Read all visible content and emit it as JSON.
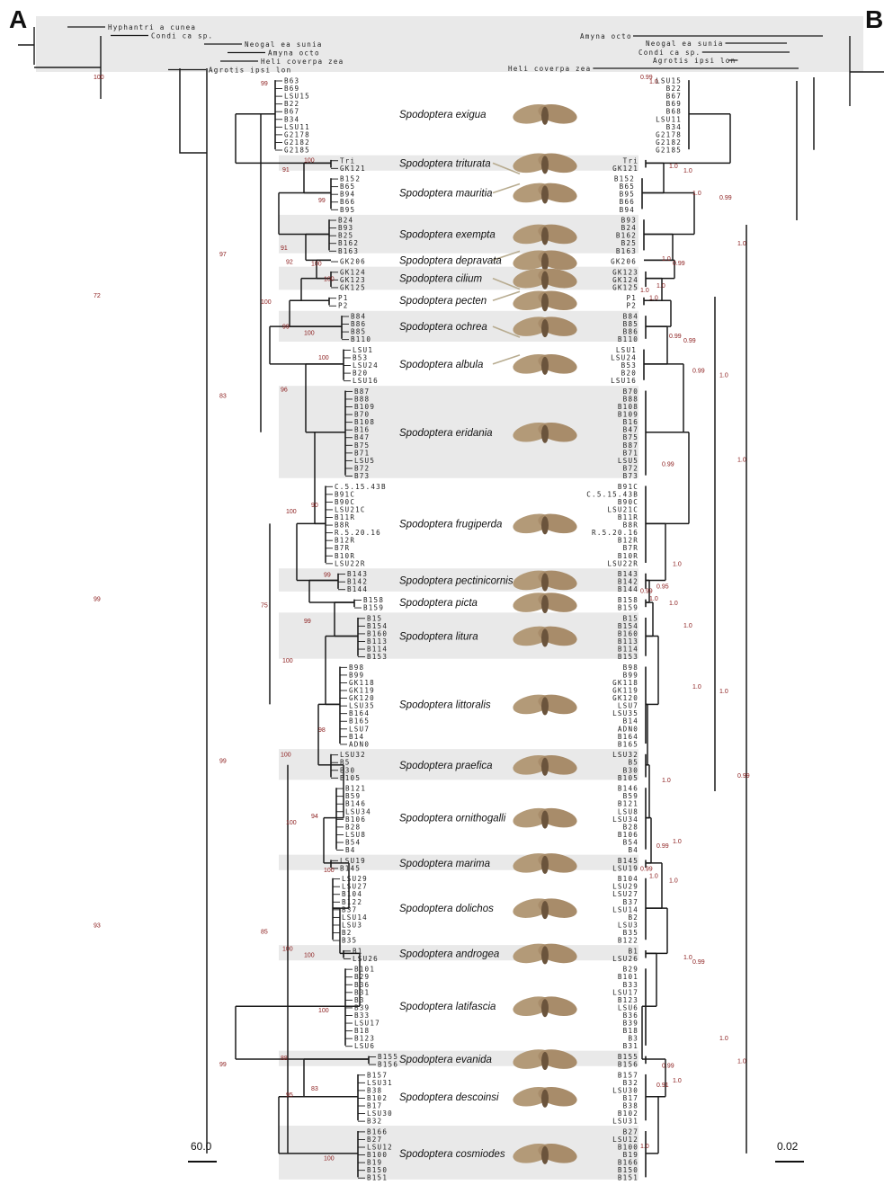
{
  "panels": {
    "left_letter": "A",
    "right_letter": "B"
  },
  "scale_bars": {
    "left_label": "60.0",
    "right_label": "0.02"
  },
  "outgroups_left": [
    "Hyphantri a cunea",
    "Condi ca sp.",
    "Neogal ea sunia",
    "Amyna octo",
    "Heli coverpa zea",
    "Agrotis ipsi lon"
  ],
  "outgroups_right": [
    "Amyna octo",
    "Neogal ea sunia",
    "Condi ca sp.",
    "Agrotis ipsi lon",
    "Heli coverpa zea"
  ],
  "clades": [
    {
      "species": "Spodoptera exigua",
      "left": [
        "B63",
        "B69",
        "LSU15",
        "B22",
        "B67",
        "B34",
        "LSU11",
        "G2178",
        "G2182",
        "G2185"
      ],
      "right": [
        "LSU15",
        "B22",
        "B67",
        "B69",
        "B68",
        "LSU11",
        "B34",
        "G2178",
        "G2182",
        "G2185"
      ]
    },
    {
      "species": "Spodoptera triturata",
      "left": [
        "Tri",
        "GK121"
      ],
      "right": [
        "Tri",
        "GK121"
      ]
    },
    {
      "species": "Spodoptera mauritia",
      "left": [
        "B152",
        "B65",
        "B94",
        "B66",
        "B95"
      ],
      "right": [
        "B152",
        "B65",
        "B95",
        "B66",
        "B94"
      ]
    },
    {
      "species": "Spodoptera exempta",
      "left": [
        "B24",
        "B93",
        "B25",
        "B162",
        "B163"
      ],
      "right": [
        "B93",
        "B24",
        "B162",
        "B25",
        "B163"
      ]
    },
    {
      "species": "Spodoptera depravata",
      "left": [
        "GK206"
      ],
      "right": [
        "GK206"
      ]
    },
    {
      "species": "Spodoptera cilium",
      "left": [
        "GK124",
        "GK123",
        "GK125"
      ],
      "right": [
        "GK123",
        "GK124",
        "GK125"
      ]
    },
    {
      "species": "Spodoptera pecten",
      "left": [
        "P1",
        "P2"
      ],
      "right": [
        "P1",
        "P2"
      ]
    },
    {
      "species": "Spodoptera ochrea",
      "left": [
        "B84",
        "B86",
        "B85",
        "B110"
      ],
      "right": [
        "B84",
        "B85",
        "B86",
        "B110"
      ]
    },
    {
      "species": "Spodoptera albula",
      "left": [
        "LSU1",
        "B53",
        "LSU24",
        "B20",
        "LSU16"
      ],
      "right": [
        "LSU1",
        "LSU24",
        "B53",
        "B20",
        "LSU16"
      ]
    },
    {
      "species": "Spodoptera eridania",
      "left": [
        "B87",
        "B88",
        "B109",
        "B70",
        "B108",
        "B16",
        "B47",
        "B75",
        "B71",
        "LSU5",
        "B72",
        "B73"
      ],
      "right": [
        "B70",
        "B88",
        "B108",
        "B109",
        "B16",
        "B47",
        "B75",
        "B87",
        "B71",
        "LSU5",
        "B72",
        "B73"
      ]
    },
    {
      "species": "Spodoptera frugiperda",
      "left": [
        "C.5.15.43B",
        "B91C",
        "B90C",
        "LSU21C",
        "B11R",
        "B8R",
        "R.5.20.16",
        "B12R",
        "B7R",
        "B10R",
        "LSU22R"
      ],
      "right": [
        "B91C",
        "C.5.15.43B",
        "B90C",
        "LSU21C",
        "B11R",
        "B8R",
        "R.5.20.16",
        "B12R",
        "B7R",
        "B10R",
        "LSU22R"
      ]
    },
    {
      "species": "Spodoptera pectinicornis",
      "left": [
        "B143",
        "B142",
        "B144"
      ],
      "right": [
        "B143",
        "B142",
        "B144"
      ]
    },
    {
      "species": "Spodoptera picta",
      "left": [
        "B158",
        "B159"
      ],
      "right": [
        "B158",
        "B159"
      ]
    },
    {
      "species": "Spodoptera litura",
      "left": [
        "B15",
        "B154",
        "B160",
        "B113",
        "B114",
        "B153"
      ],
      "right": [
        "B15",
        "B154",
        "B160",
        "B113",
        "B114",
        "B153"
      ]
    },
    {
      "species": "Spodoptera littoralis",
      "left": [
        "B98",
        "B99",
        "GK118",
        "GK119",
        "GK120",
        "LSU35",
        "B164",
        "B165",
        "LSU7",
        "B14",
        "ADN0"
      ],
      "right": [
        "B98",
        "B99",
        "GK118",
        "GK119",
        "GK120",
        "LSU7",
        "LSU35",
        "B14",
        "ADN0",
        "B164",
        "B165"
      ]
    },
    {
      "species": "Spodoptera praefica",
      "left": [
        "LSU32",
        "B5",
        "B30",
        "B105"
      ],
      "right": [
        "LSU32",
        "B5",
        "B30",
        "B105"
      ]
    },
    {
      "species": "Spodoptera ornithogalli",
      "left": [
        "B121",
        "B59",
        "B146",
        "LSU34",
        "B106",
        "B28",
        "LSU8",
        "B54",
        "B4"
      ],
      "right": [
        "B146",
        "B59",
        "B121",
        "LSU8",
        "LSU34",
        "B28",
        "B106",
        "B54",
        "B4"
      ]
    },
    {
      "species": "Spodoptera marima",
      "left": [
        "LSU19",
        "B145"
      ],
      "right": [
        "B145",
        "LSU19"
      ]
    },
    {
      "species": "Spodoptera dolichos",
      "left": [
        "LSU29",
        "LSU27",
        "B104",
        "B122",
        "B37",
        "LSU14",
        "LSU3",
        "B2",
        "B35"
      ],
      "right": [
        "B104",
        "LSU29",
        "LSU27",
        "B37",
        "LSU14",
        "B2",
        "LSU3",
        "B35",
        "B122"
      ]
    },
    {
      "species": "Spodoptera androgea",
      "left": [
        "B1",
        "LSU26"
      ],
      "right": [
        "B1",
        "LSU26"
      ]
    },
    {
      "species": "Spodoptera latifascia",
      "left": [
        "B101",
        "B29",
        "B36",
        "B31",
        "B3",
        "B39",
        "B33",
        "LSU17",
        "B18",
        "B123",
        "LSU6"
      ],
      "right": [
        "B29",
        "B101",
        "B33",
        "LSU17",
        "B123",
        "LSU6",
        "B36",
        "B39",
        "B18",
        "B3",
        "B31"
      ]
    },
    {
      "species": "Spodoptera evanida",
      "left": [
        "B155",
        "B156"
      ],
      "right": [
        "B155",
        "B156"
      ]
    },
    {
      "species": "Spodoptera descoinsi",
      "left": [
        "B157",
        "LSU31",
        "B38",
        "B102",
        "B17",
        "LSU30",
        "B32"
      ],
      "right": [
        "B157",
        "B32",
        "LSU30",
        "B17",
        "B38",
        "B102",
        "LSU31"
      ]
    },
    {
      "species": "Spodoptera cosmiodes",
      "left": [
        "B166",
        "B27",
        "LSU12",
        "B100",
        "B19",
        "B150",
        "B151"
      ],
      "right": [
        "B27",
        "LSU12",
        "B100",
        "B19",
        "B166",
        "B150",
        "B151"
      ]
    }
  ],
  "support_left": [
    "100",
    "99",
    "91",
    "100",
    "99",
    "91",
    "97",
    "100",
    "92",
    "100",
    "72",
    "100",
    "99",
    "100",
    "100",
    "96",
    "83",
    "90",
    "100",
    "99",
    "99",
    "75",
    "100",
    "99",
    "98",
    "100",
    "99",
    "94",
    "100",
    "100",
    "93",
    "85",
    "100",
    "100",
    "100",
    "88",
    "99",
    "83",
    "95",
    "100"
  ],
  "support_right": [
    "0.99",
    "1.0",
    "1.0",
    "1.0",
    "1.0",
    "0.99",
    "1.0",
    "1.0",
    "0.99",
    "1.0",
    "1.0",
    "1.0",
    "0.99",
    "0.99",
    "0.99",
    "1.0",
    "1.0",
    "0.99",
    "1.0",
    "0.95",
    "0.99",
    "1.0",
    "1.0",
    "1.0",
    "1.0",
    "1.0",
    "0.99",
    "1.0",
    "1.0",
    "0.99",
    "0.99",
    "1.0",
    "1.0",
    "1.0",
    "0.99",
    "1.0",
    "1.0",
    "0.99",
    "1.0",
    "0.91",
    "1.0"
  ],
  "colors": {
    "band": "#e9e9e9",
    "branch": "#1a1a1a",
    "support": "#8a1a1a",
    "arrow": "#b8ac90"
  }
}
